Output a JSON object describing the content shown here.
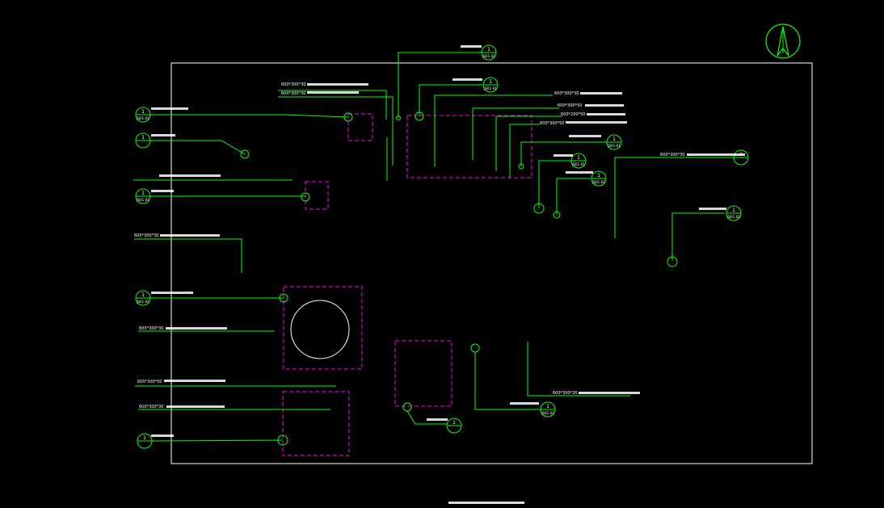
{
  "colors": {
    "background": "#000000",
    "frame": "#ffffff",
    "leader": "#00ff00",
    "hidden": "#ff00ff",
    "text": "#ffffff"
  },
  "north_arrow": {
    "icon": "north-arrow-icon"
  },
  "title": {
    "text": ""
  },
  "bubble_number": "1",
  "bubble_refs": {
    "a": "JS01-01",
    "b": "JS01-02"
  },
  "dims": {
    "d600x300x30": "600*300*30",
    "d600x200x50": "600*200*50",
    "d600x300x50": "600*300*50"
  }
}
